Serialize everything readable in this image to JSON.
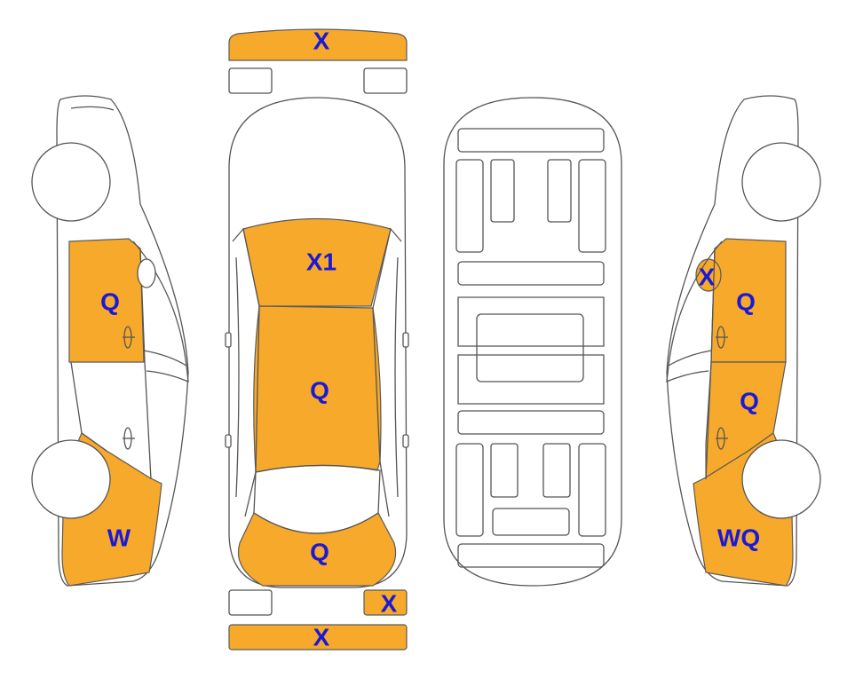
{
  "colors": {
    "damage": "#F7A92B",
    "label": "#1A1AD6",
    "stroke": "#555555"
  },
  "labels": {
    "front_bumper": "X",
    "left_headlight": "",
    "right_headlight": "",
    "hood": "X1",
    "roof": "Q",
    "trunk": "Q",
    "left_taillight": "",
    "right_taillight": "X",
    "rear_bumper": "X",
    "left_front_fender": "Q",
    "left_rear_quarter": "W",
    "right_mirror": "X",
    "right_front_fender": "Q",
    "right_rear_door": "Q",
    "right_rear_quarter": "WQ"
  }
}
